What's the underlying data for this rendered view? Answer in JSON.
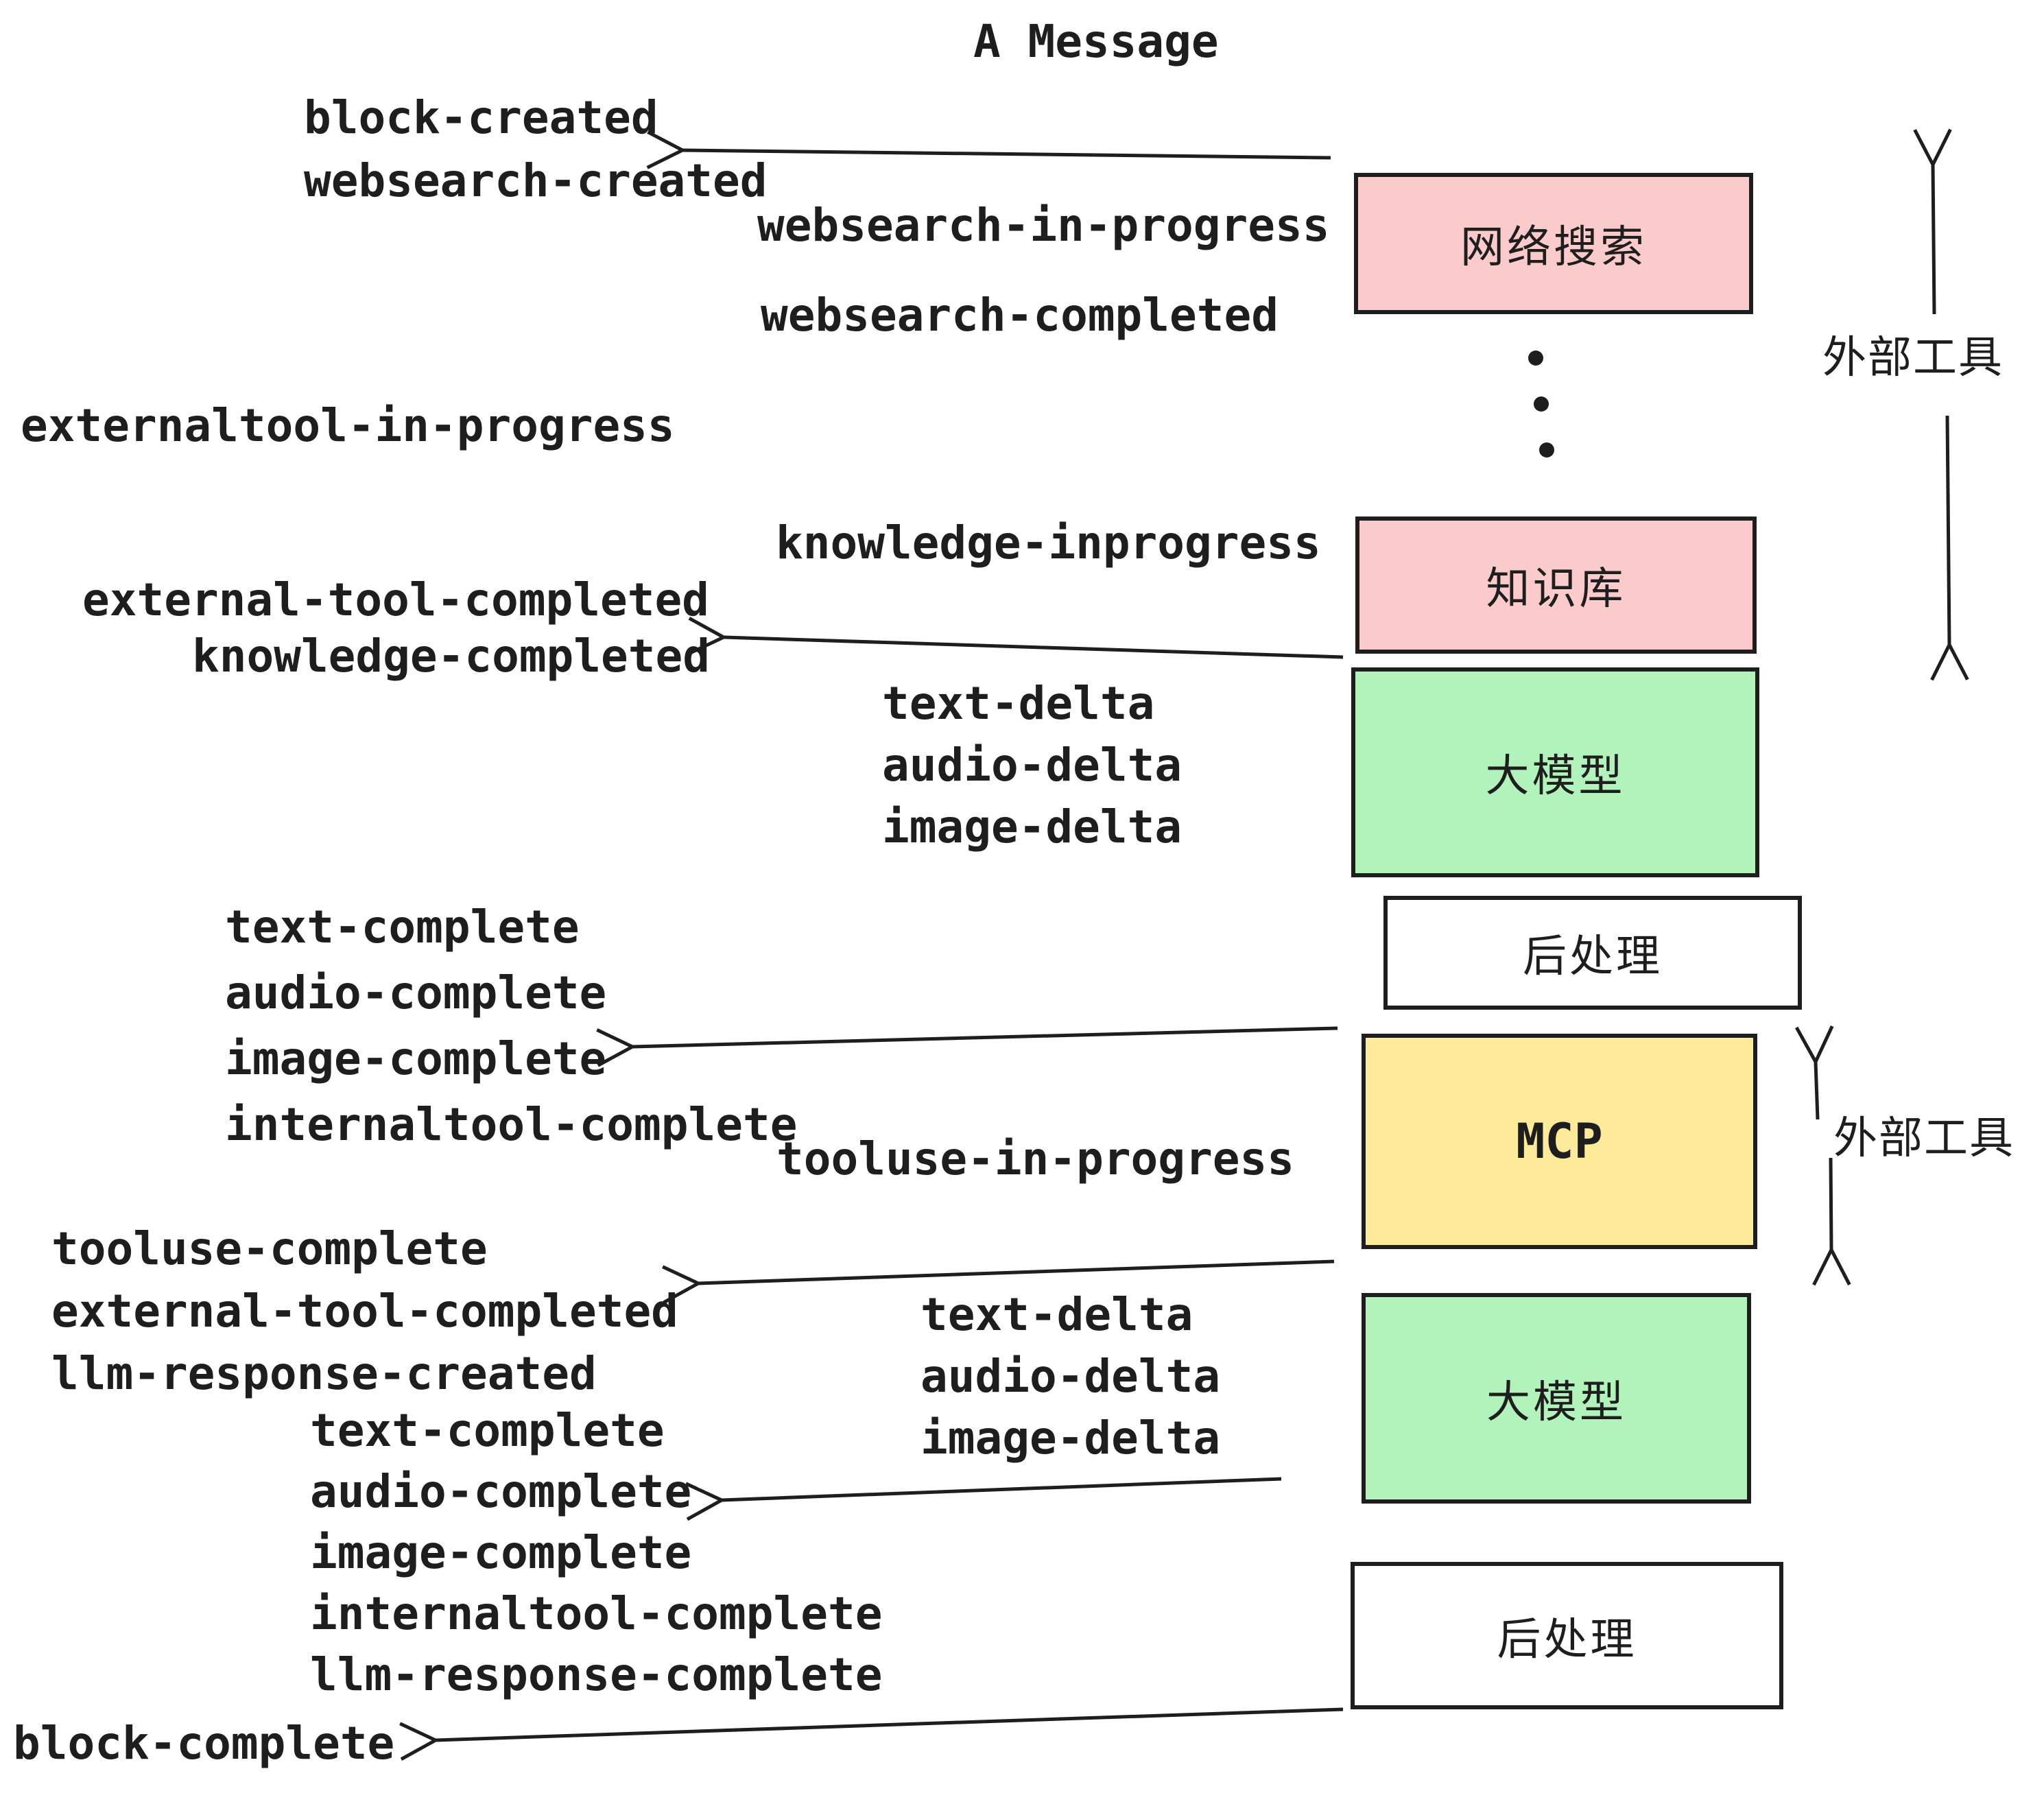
{
  "title": "A Message",
  "colors": {
    "ink": "#1e1e1e",
    "pink": "#fbcaca",
    "green": "#b2f2bb",
    "yellow": "#fdeb99",
    "white": "#ffffff"
  },
  "boxes": {
    "websearch": "网络搜索",
    "knowledge": "知识库",
    "llm1": "大模型",
    "post1": "后处理",
    "mcp": "MCP",
    "llm2": "大模型",
    "post2": "后处理"
  },
  "events": {
    "block_created": "block-created",
    "websearch_created": "websearch-created",
    "websearch_in_progress": "websearch-in-progress",
    "websearch_completed": "websearch-completed",
    "externaltool_in_progress": "externaltool-in-progress",
    "knowledge_inprogress": "knowledge-inprogress",
    "external_tool_completed": "external-tool-completed",
    "knowledge_completed": "knowledge-completed",
    "tooluse_in_progress": "tooluse-in-progress",
    "block_complete": "block-complete"
  },
  "lists": {
    "delta1": [
      "text-delta",
      "audio-delta",
      "image-delta"
    ],
    "complete1": [
      "text-complete",
      "audio-complete",
      "image-complete",
      "internaltool-complete"
    ],
    "mid_left": [
      "tooluse-complete",
      "external-tool-completed",
      "llm-response-created"
    ],
    "complete2": [
      "text-complete",
      "audio-complete",
      "image-complete",
      "internaltool-complete",
      "llm-response-complete"
    ],
    "delta2": [
      "text-delta",
      "audio-delta",
      "image-delta"
    ]
  },
  "annotations": {
    "external_tools_1": "外部工具",
    "external_tools_2": "外部工具"
  }
}
